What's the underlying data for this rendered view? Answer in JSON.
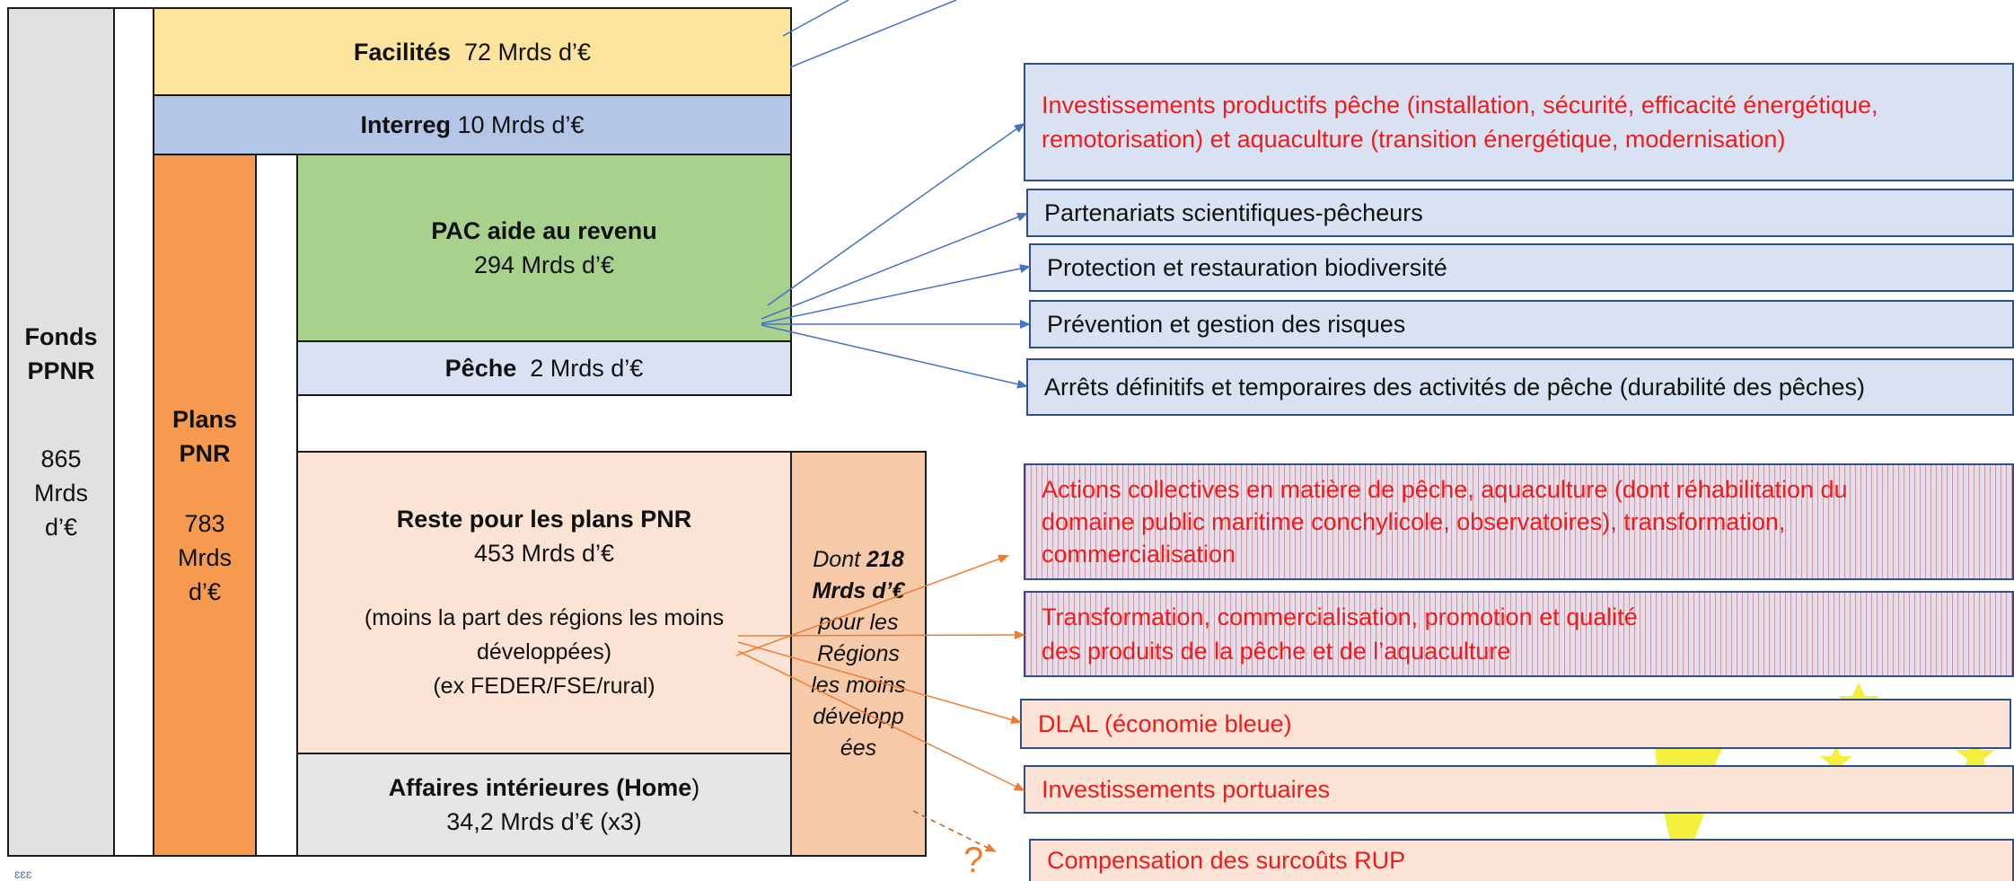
{
  "left_boxes": {
    "fonds": {
      "line1": "Fonds",
      "line2": "PPNR",
      "line3": "865",
      "line4": "Mrds",
      "line5": "d’€"
    },
    "facilites": {
      "name": "Facilités",
      "amount": "72 Mrds d’€"
    },
    "interreg": {
      "name": "Interreg",
      "amount": "10 Mrds d’€"
    },
    "plans": {
      "line1": "Plans",
      "line2": "PNR",
      "line3": "783",
      "line4": "Mrds",
      "line5": "d’€"
    },
    "pac": {
      "name": "PAC  aide au revenu",
      "amount": "294 Mrds d’€"
    },
    "peche": {
      "name": "Pêche",
      "amount": "2 Mrds d’€"
    },
    "reste": {
      "name": "Reste pour les plans PNR",
      "amount": "453 Mrds d’€",
      "note1": "(moins la part des régions les moins",
      "note2": "développées)",
      "note3": "(ex FEDER/FSE/rural)"
    },
    "affaires": {
      "name": "Affaires intérieures (Home",
      "paren": ")",
      "amount": "34,2 Mrds d’€ (x3)"
    },
    "dont": {
      "l1": "Dont ",
      "l1b": "218",
      "l2": "Mrds d’€",
      "l3": "pour les",
      "l4": "Régions",
      "l5": "les moins",
      "l6": "développ",
      "l7": "ées"
    }
  },
  "right_boxes": {
    "invest": {
      "line1": "Investissements productifs pêche (installation, sécurité, efficacité énergétique,",
      "line2": "remotorisation) et aquaculture (transition énergétique, modernisation)"
    },
    "partenariats": "Partenariats scientifiques-pêcheurs",
    "protection": "Protection et restauration biodiversité",
    "prevention": "Prévention et gestion des risques",
    "arrets": "Arrêts définitifs et temporaires des activités de pêche (durabilité des pêches)",
    "actions": {
      "line1": "Actions collectives en matière de pêche, aquaculture (dont réhabilitation du",
      "line2": "domaine public maritime conchylicole, observatoires), transformation,",
      "line3": "commercialisation"
    },
    "transfo": {
      "line1": "Transformation, commercialisation, promotion et qualité",
      "line2": "des produits de la pêche et de l’aquaculture"
    },
    "dlal": "DLAL (économie bleue)",
    "portuaires": "Investissements portuaires",
    "rup": "Compensation des surcoûts RUP"
  },
  "question_mark": "?",
  "colors": {
    "blue_arrow": "#4472c4",
    "orange_arrow": "#ed7d31",
    "red_text": "#ee1c1c"
  }
}
